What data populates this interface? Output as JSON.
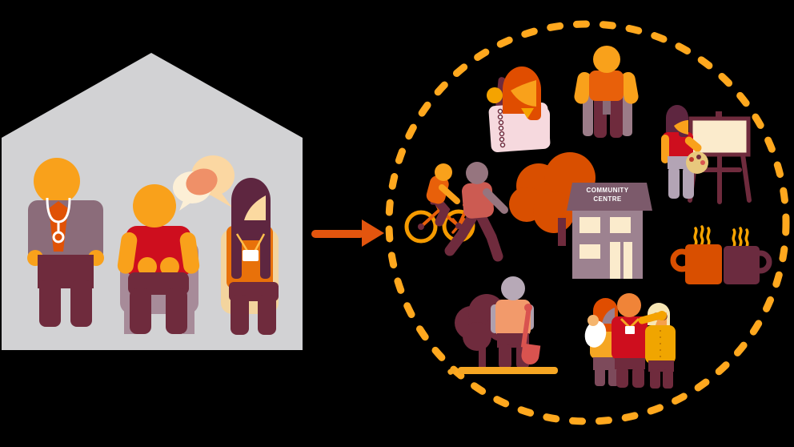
{
  "illustration": {
    "alt": "A doctor and a link worker talk with a patient inside a GP surgery; an arrow points to a dashed circle of community activities (social prescribing).",
    "background_color": "#000000",
    "house": {
      "label": "GP surgery house",
      "color": "#D2D2D4"
    },
    "figures": {
      "doctor": "Doctor with stethoscope",
      "patient": "Seated patient",
      "link_worker": "Link worker with ID badge",
      "speech": "Speech bubbles between patient and link worker"
    },
    "arrow": {
      "label": "Referral into the community",
      "color": "#E3550E"
    },
    "circle": {
      "label": "Community activities circle",
      "dash_color": "#FFA81E"
    },
    "activities": [
      {
        "label": "Learning group with spiral notebook"
      },
      {
        "label": "Seated exercise"
      },
      {
        "label": "Art class at an easel"
      },
      {
        "label": "Cycling and walking"
      },
      {
        "label": "Community centre with trees"
      },
      {
        "label": "Tea and coffee together"
      },
      {
        "label": "Gardening with shovel"
      },
      {
        "label": "Family and carers group"
      }
    ],
    "community_centre_sign": {
      "line1": "COMMUNITY",
      "line2": "CENTRE"
    },
    "palette": {
      "orange": "#F9A11B",
      "red_orange": "#E8600A",
      "dark_orange": "#E05206",
      "red": "#CE0E1E",
      "maroon": "#6F2B3D",
      "dark_plum": "#5E2640",
      "mauve_jacket": "#8B6C7A",
      "light_mauve": "#A78B99",
      "house_grey": "#D2D2D4",
      "cream_face": "#FBD9A0",
      "pale_pink": "#F6D9DE",
      "gold": "#F5A623",
      "wall_mauve": "#9D8290",
      "roof_plum": "#7C5A6B",
      "window_cream": "#FBEBCC",
      "tree_orange": "#D94F00",
      "shovel_red": "#D9534F"
    }
  }
}
